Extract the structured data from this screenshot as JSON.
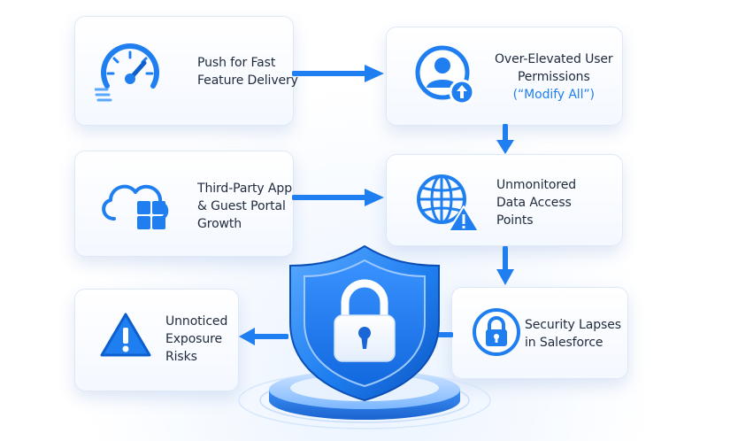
{
  "colors": {
    "accent": "#1f7ff0",
    "accent_dark": "#0d5fd0",
    "text": "#1e2a3c",
    "card_border": "#dfe8f6"
  },
  "nodes": [
    {
      "id": "fast-delivery",
      "lines": [
        "Push for Fast",
        "Feature Delivery"
      ],
      "icon": "speedometer-icon"
    },
    {
      "id": "over-elevated",
      "lines": [
        "Over-Elevated User",
        "Permissions",
        "(“Modify All”)"
      ],
      "icon": "user-upgrade-icon"
    },
    {
      "id": "third-party",
      "lines": [
        "Third-Party App",
        "& Guest Portal",
        "Growth"
      ],
      "icon": "cloud-apps-icon"
    },
    {
      "id": "unmonitored",
      "lines": [
        "Unmonitored",
        "Data Access",
        "Points"
      ],
      "icon": "globe-warning-icon"
    },
    {
      "id": "security-lapses",
      "lines": [
        "Security Lapses",
        "in Salesforce"
      ],
      "icon": "padlock-icon"
    },
    {
      "id": "exposure-risks",
      "lines": [
        "Unnoticed",
        "Exposure",
        "Risks"
      ],
      "icon": "warning-icon"
    }
  ],
  "center_icon": "shield-lock-icon"
}
